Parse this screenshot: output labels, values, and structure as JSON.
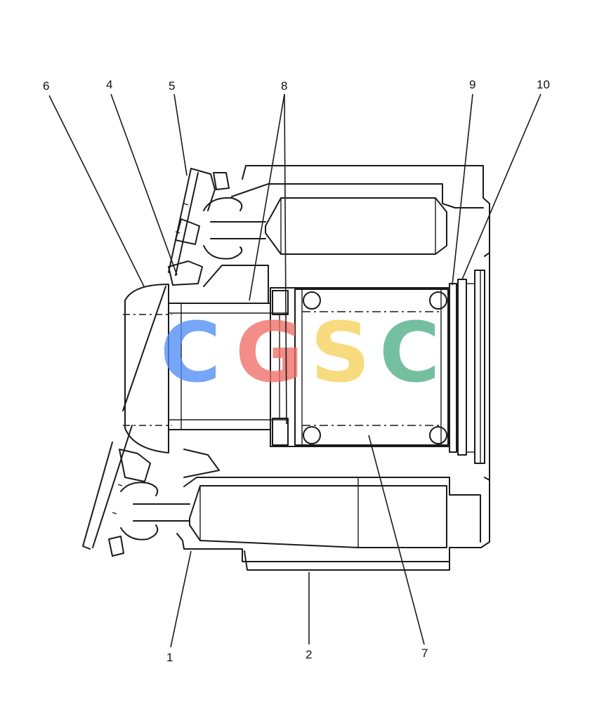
{
  "callouts": {
    "c1": "1",
    "c2": "2",
    "c4": "4",
    "c5": "5",
    "c6": "6",
    "c7": "7",
    "c8": "8",
    "c9": "9",
    "c10": "10"
  },
  "watermark": {
    "letters": [
      "C",
      "G",
      "S",
      "C"
    ],
    "colors": [
      "#4f8ef5",
      "#ef6e66",
      "#f7d25a",
      "#4fae87"
    ]
  },
  "colors": {
    "line": "#1a1a1a",
    "background": "#ffffff"
  }
}
